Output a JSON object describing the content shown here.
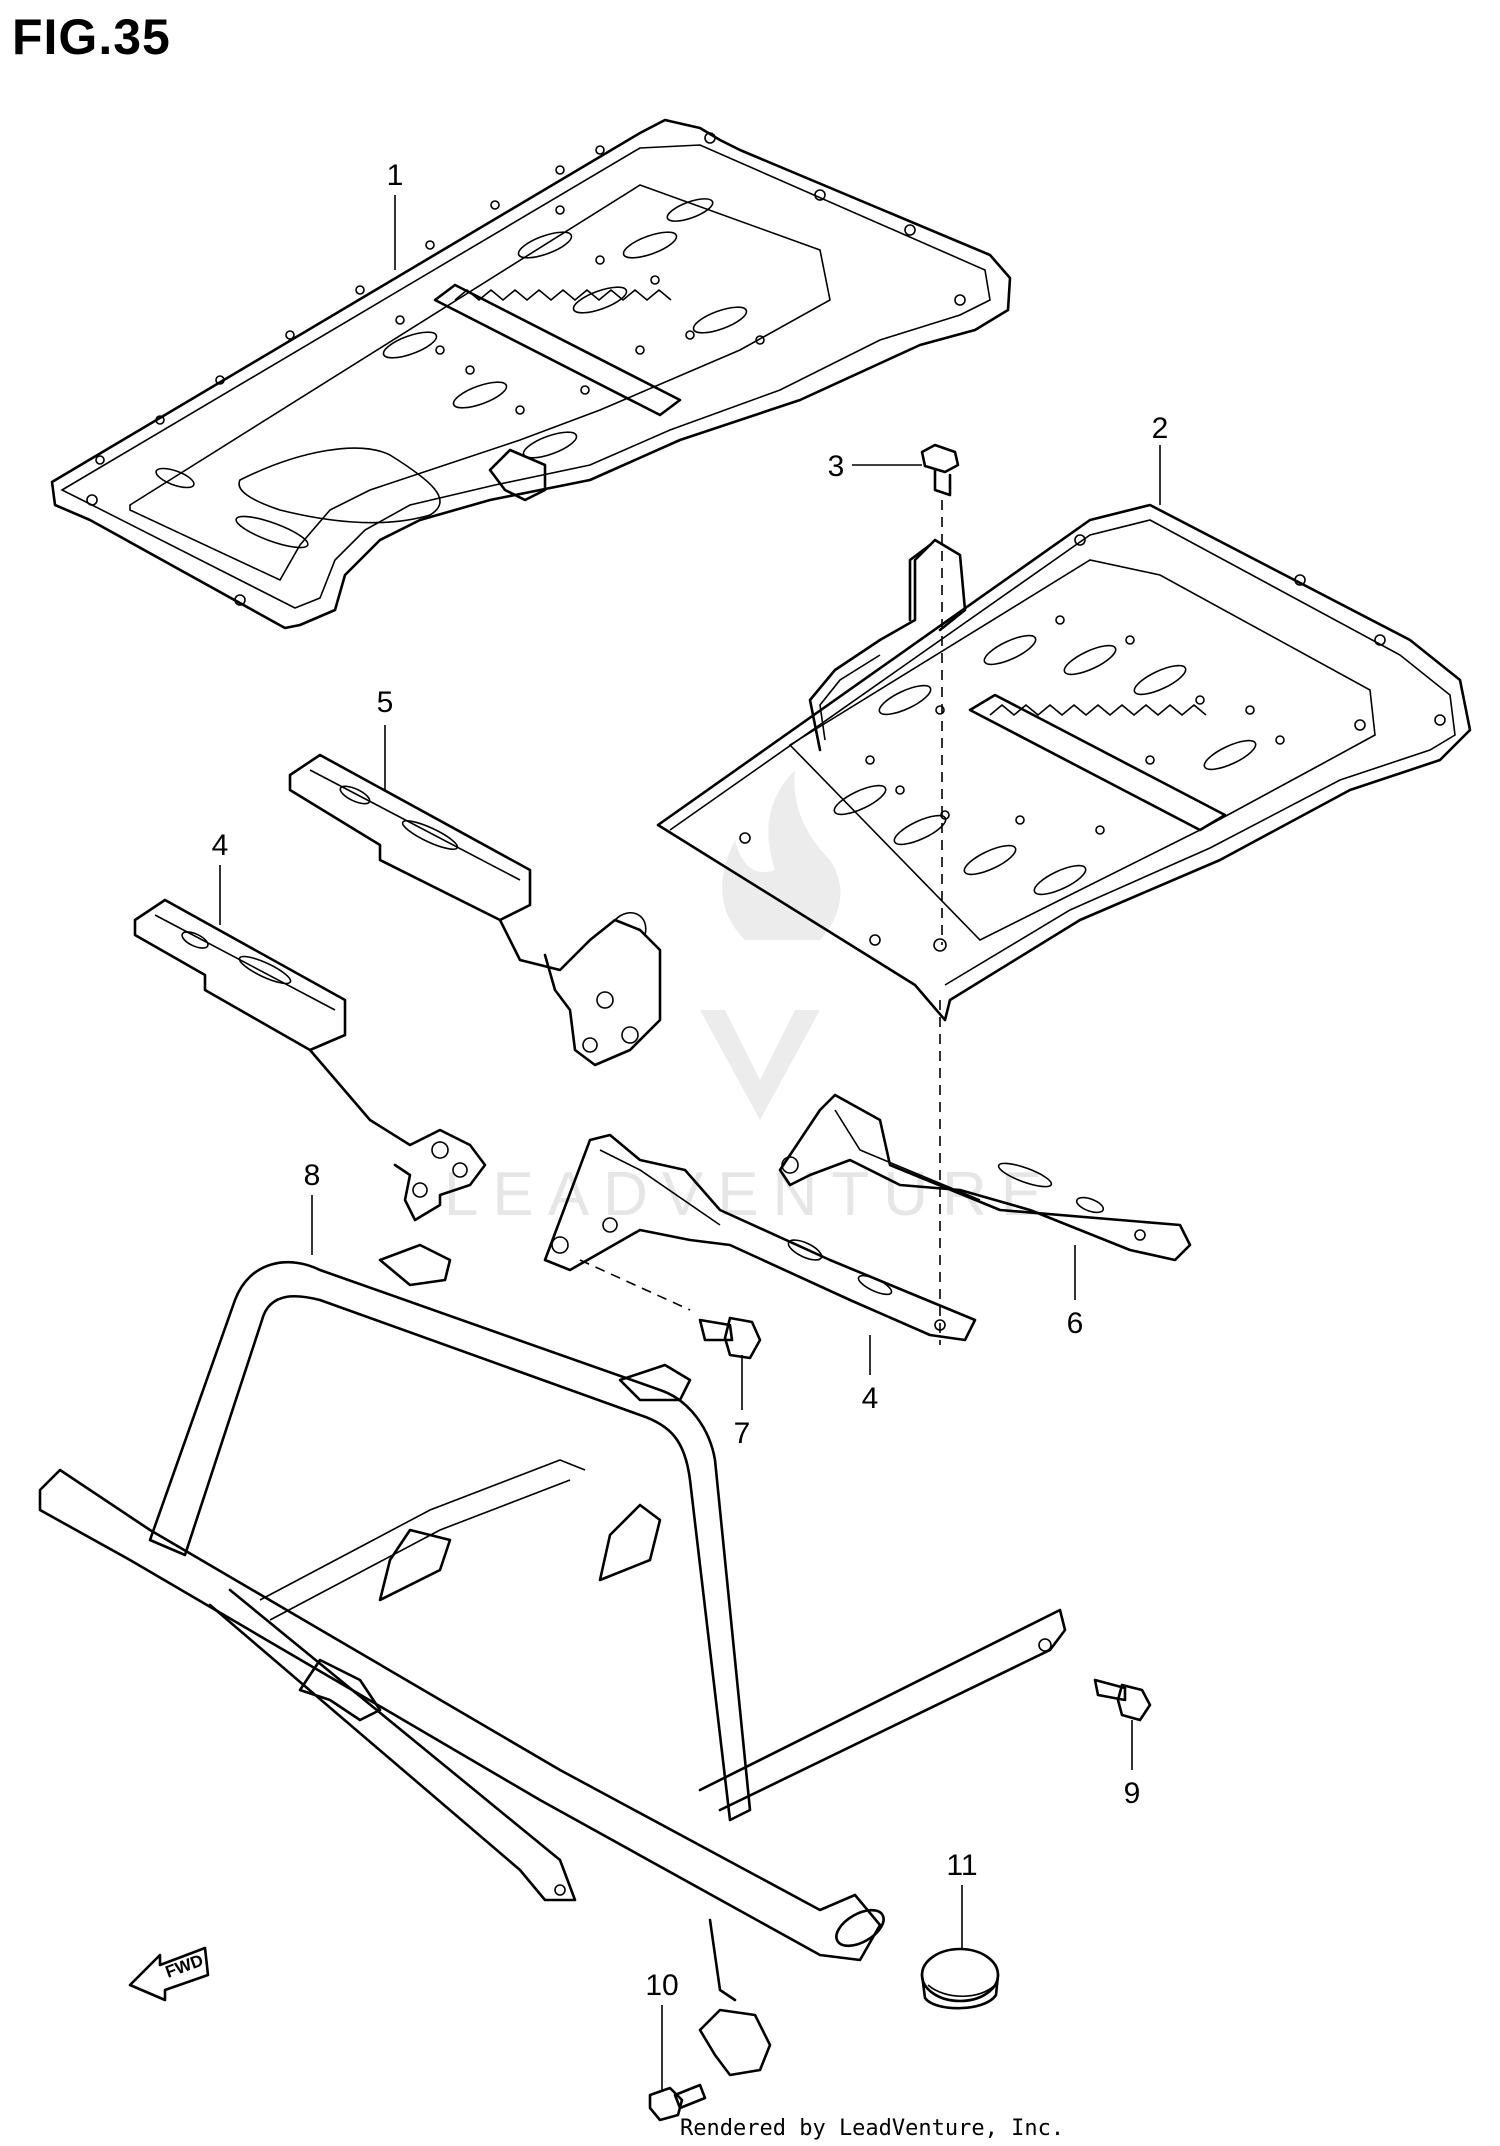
{
  "figure_title": "FIG.35",
  "callouts": {
    "c1": "1",
    "c2": "2",
    "c3": "3",
    "c4a": "4",
    "c4b": "4",
    "c5": "5",
    "c6": "6",
    "c7": "7",
    "c8": "8",
    "c9": "9",
    "c10": "10",
    "c11": "11"
  },
  "direction_label": "FWD",
  "watermark": "LEADVENTURE",
  "footer": "Rendered by LeadVenture, Inc."
}
